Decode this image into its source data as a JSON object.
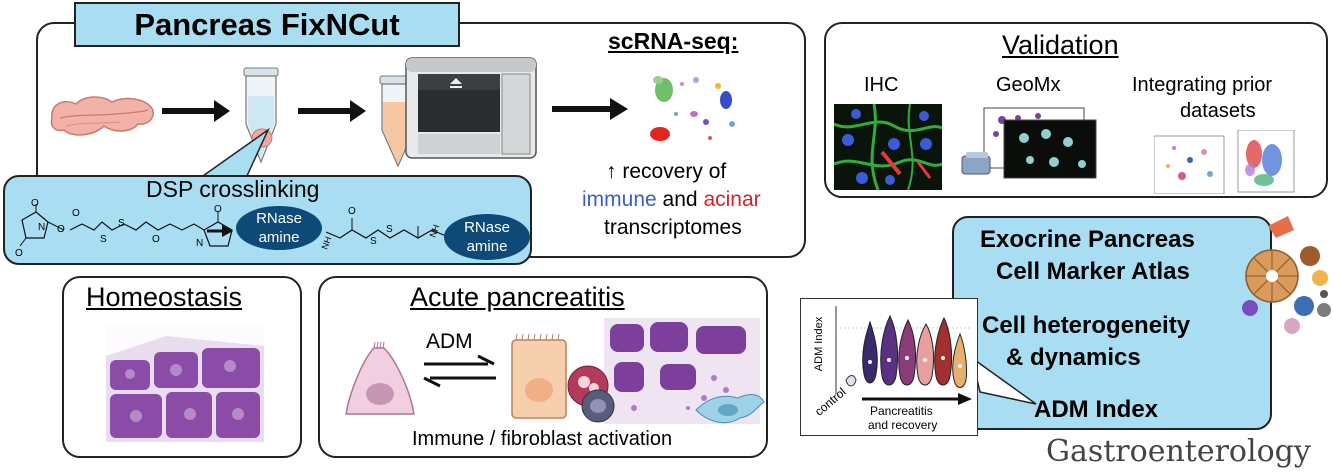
{
  "fixncut": {
    "title": "Pancreas FixNCut",
    "scrna_title": "scRNA-seq:",
    "recovery_line1": "↑ recovery of",
    "immune_word": "immune",
    "and_word": "and",
    "acinar_word": "acinar",
    "transcriptomes": "transcriptomes"
  },
  "dsp": {
    "title": "DSP crosslinking",
    "oval1_line1": "RNase",
    "oval1_line2": "amine",
    "oval2_line1": "RNase",
    "oval2_line2": "amine",
    "nh_label": "NH",
    "nh_label2": "NH",
    "o_labels": [
      "O",
      "O",
      "O",
      "O",
      "O",
      "O",
      "O"
    ],
    "n_labels": [
      "N",
      "N"
    ],
    "s_labels": [
      "S",
      "S",
      "S",
      "S"
    ]
  },
  "validation": {
    "title": "Validation",
    "ihc": "IHC",
    "geomx": "GeoMx",
    "prior_line1": "Integrating prior",
    "prior_line2": "datasets"
  },
  "homeostasis": {
    "title": "Homeostasis"
  },
  "acute": {
    "title": "Acute pancreatitis",
    "adm": "ADM",
    "caption": "Immune / fibroblast activation"
  },
  "atlas": {
    "line1": "Exocrine Pancreas",
    "line2": "Cell Marker Atlas",
    "line3": "Cell heterogeneity",
    "line4": "& dynamics",
    "line5": "ADM Index"
  },
  "adm_chart": {
    "ylabel": "ADM Index",
    "xlabel_control": "control",
    "xlabel_line1": "Pancreatitis",
    "xlabel_line2": "and recovery"
  },
  "journal": "Gastroenterology",
  "colors": {
    "panel_blue": "#a9ddf2",
    "oval_blue": "#0d4a77",
    "immune_blue": "#3a5fc8",
    "acinar_red": "#d2232a"
  }
}
